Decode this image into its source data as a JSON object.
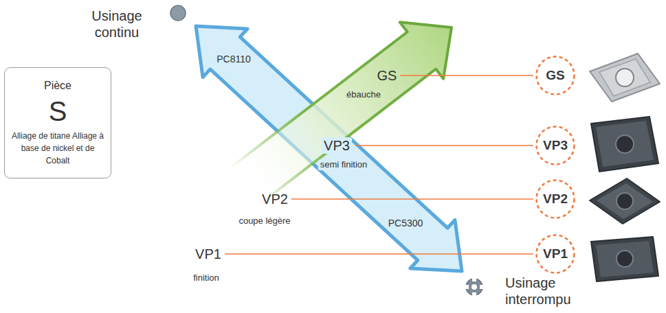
{
  "diagram": {
    "nodes": [
      {
        "text": [
          "Pièce",
          "S",
          "Alliage de titane Alliage à base de nickel et de Cobalt"
        ]
      },
      {
        "text": [
          "GS"
        ]
      },
      {
        "text": [
          "VP3"
        ]
      },
      {
        "text": [
          "VP2"
        ]
      },
      {
        "text": [
          "VP1"
        ]
      }
    ],
    "labels": [
      "Usinage continu",
      "PC8110",
      "GS",
      "ébauche",
      "VP3",
      "semi finition",
      "VP2",
      "coupe légère",
      "PC5300",
      "VP1",
      "finition",
      "Usinage interrompu"
    ]
  }
}
